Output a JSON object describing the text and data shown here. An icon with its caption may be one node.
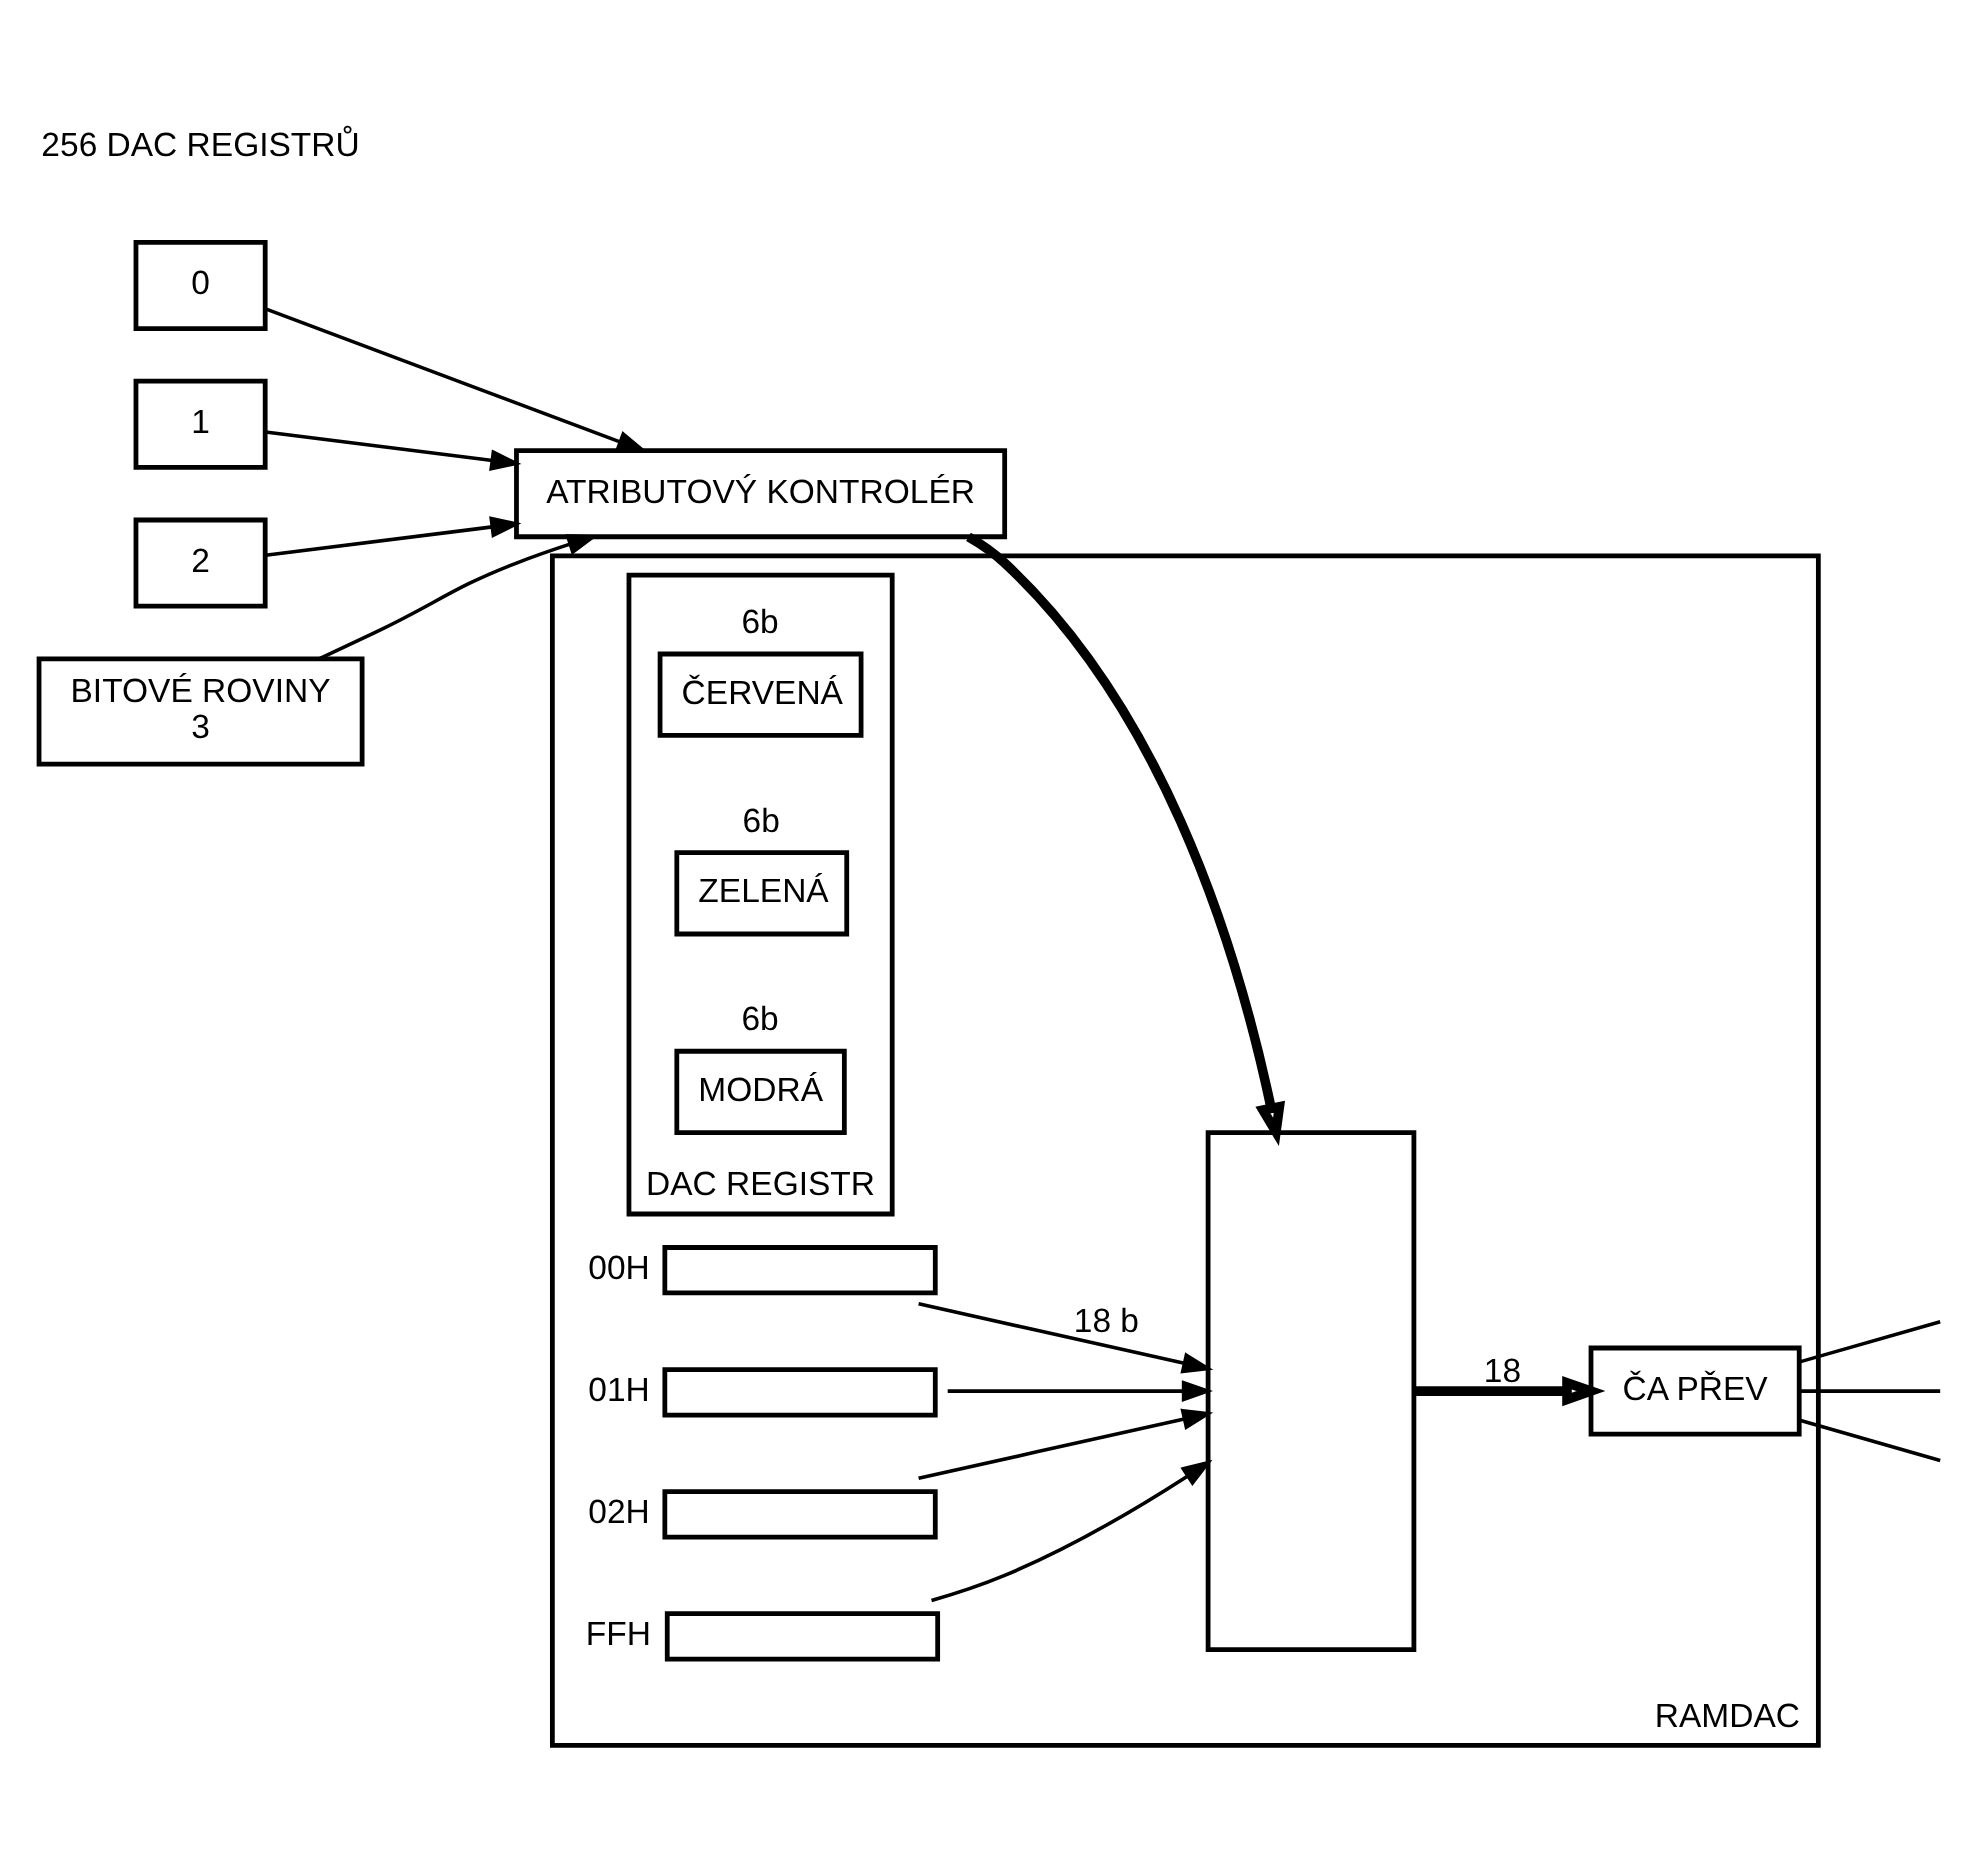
{
  "diagram": {
    "nodes": [
      {
        "text": [
          "0"
        ]
      },
      {
        "text": [
          "1"
        ]
      },
      {
        "text": [
          "2"
        ]
      },
      {
        "text": [
          "BITOVÉ ROVINY",
          "3"
        ]
      },
      {
        "text": [
          "ATRIBUTOVÝ KONTROLÉR"
        ]
      },
      {
        "text": [
          "RAMDAC"
        ]
      },
      {
        "text": [],
        "shape": "box",
        "beside": [
          "00H"
        ],
        "in": 5
      },
      {
        "text": [],
        "shape": "box",
        "beside": [
          "01H"
        ],
        "in": 5
      },
      {
        "text": [],
        "shape": "box",
        "beside": [
          "02H"
        ],
        "in": 5
      },
      {
        "text": [
          "DAC REGISTR"
        ],
        "in": 5
      },
      {
        "text": [
          "ČERVENÁ"
        ],
        "beside": [
          "6b"
        ],
        "in": 9
      },
      {
        "text": [
          "ZELENÁ"
        ],
        "beside": [
          "6b"
        ],
        "in": 9
      },
      {
        "text": [
          "MODRÁ"
        ],
        "beside": [
          "6b"
        ],
        "in": 9
      },
      {
        "text": [],
        "shape": "box",
        "beside": [
          "FFH"
        ],
        "in": 5
      },
      {
        "text": [],
        "shape": "box",
        "in": 5
      },
      {
        "text": [
          "ČA PŘEV"
        ],
        "in": 5
      }
    ],
    "edges": [
      {
        "from": 0,
        "to": 4,
        "arrow": "to"
      },
      {
        "from": 1,
        "to": 4,
        "arrow": "to"
      },
      {
        "from": 2,
        "to": 4,
        "arrow": "to"
      },
      {
        "from": 3,
        "to": 4,
        "arrow": "to"
      },
      {
        "from": 4,
        "to": 14,
        "arrow": "to",
        "style": "thick"
      },
      {
        "from": 6,
        "to": 14,
        "arrow": "to",
        "label": "18 b"
      },
      {
        "from": 7,
        "to": 14,
        "arrow": "to"
      },
      {
        "from": 8,
        "to": 14,
        "arrow": "to"
      },
      {
        "from": 13,
        "to": 14,
        "arrow": "to"
      },
      {
        "from": 14,
        "to": 15,
        "arrow": "to",
        "style": "thick",
        "label": "18"
      },
      {
        "from": 15,
        "to": null,
        "arrow": "none"
      },
      {
        "from": 15,
        "to": null,
        "arrow": "none"
      },
      {
        "from": 15,
        "to": null,
        "arrow": "none"
      }
    ],
    "labels": [
      "256 DAC REGISTRŮ"
    ]
  }
}
